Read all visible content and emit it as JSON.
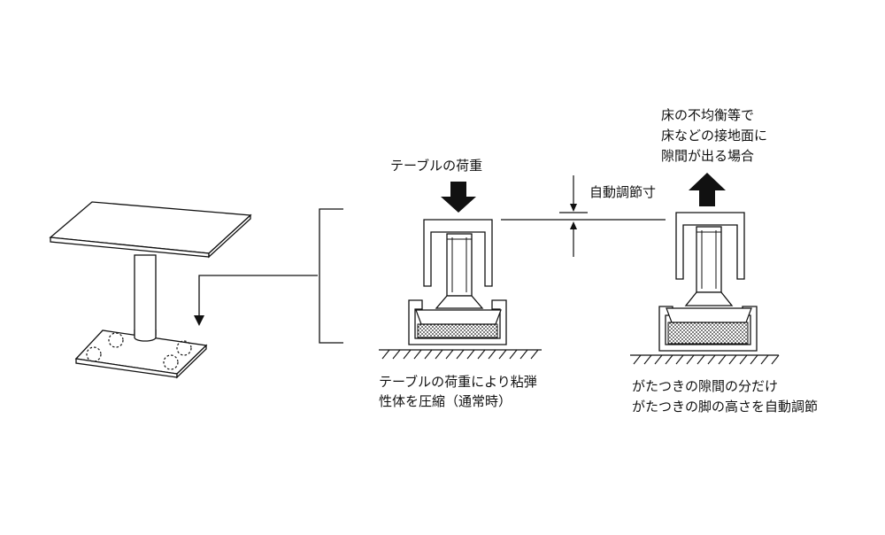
{
  "labels": {
    "table_load": "テーブルの荷重",
    "auto_adjust": "自動調節寸",
    "gap_note": [
      "床の不均衡等で",
      "床などの接地面に",
      "隙間が出る場合"
    ],
    "caption_left": "テーブルの荷重により粘弾性体を圧縮（通常時）",
    "caption_right": [
      "がたつきの隙間の分だけ",
      "がたつきの脚の高さを自動調節"
    ]
  }
}
